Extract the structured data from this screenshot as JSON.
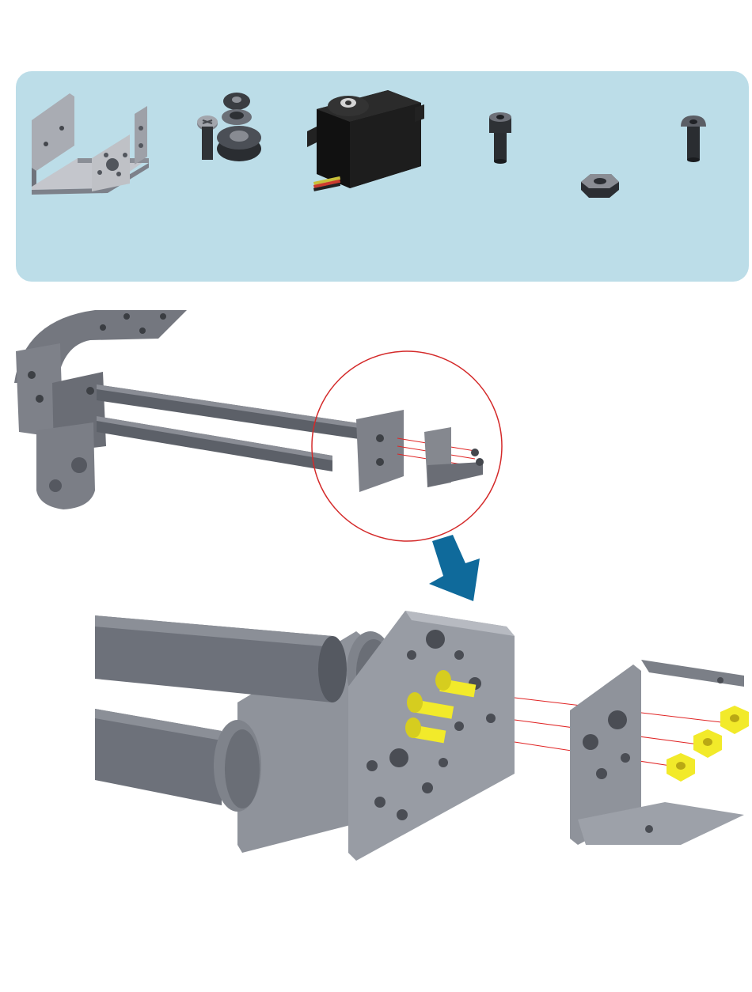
{
  "colors": {
    "panel": "#bcdde8",
    "metal_light": "#b3b6bd",
    "metal": "#8e929b",
    "metal_dark": "#5f636c",
    "tube": "#6d717a",
    "tube_dark": "#4b4f57",
    "servo": "#1a1a1a",
    "fastener_highlight": "#f2ea2a",
    "fastener_highlight_dark": "#b9a814",
    "guide_line": "#e02424",
    "callout_circle": "#d42a2a",
    "arrow": "#0f6a9b"
  },
  "parts": [
    {
      "name": "multi-purpose-servo-bracket",
      "icon": "bracket-icon"
    },
    {
      "name": "servo-horn-screw-and-spacers",
      "icon": "horn-screw-icon"
    },
    {
      "name": "servo-motor",
      "icon": "servo-icon"
    },
    {
      "name": "socket-head-cap-screw",
      "icon": "cap-screw-icon"
    },
    {
      "name": "hex-nut",
      "icon": "hex-nut-icon"
    },
    {
      "name": "button-head-screw",
      "icon": "button-screw-icon"
    }
  ],
  "steps": [
    {
      "name": "overview-assembly",
      "icon": "arm-assembly-icon"
    },
    {
      "name": "detail-exploded-view",
      "icon": "exploded-bracket-icon"
    }
  ]
}
